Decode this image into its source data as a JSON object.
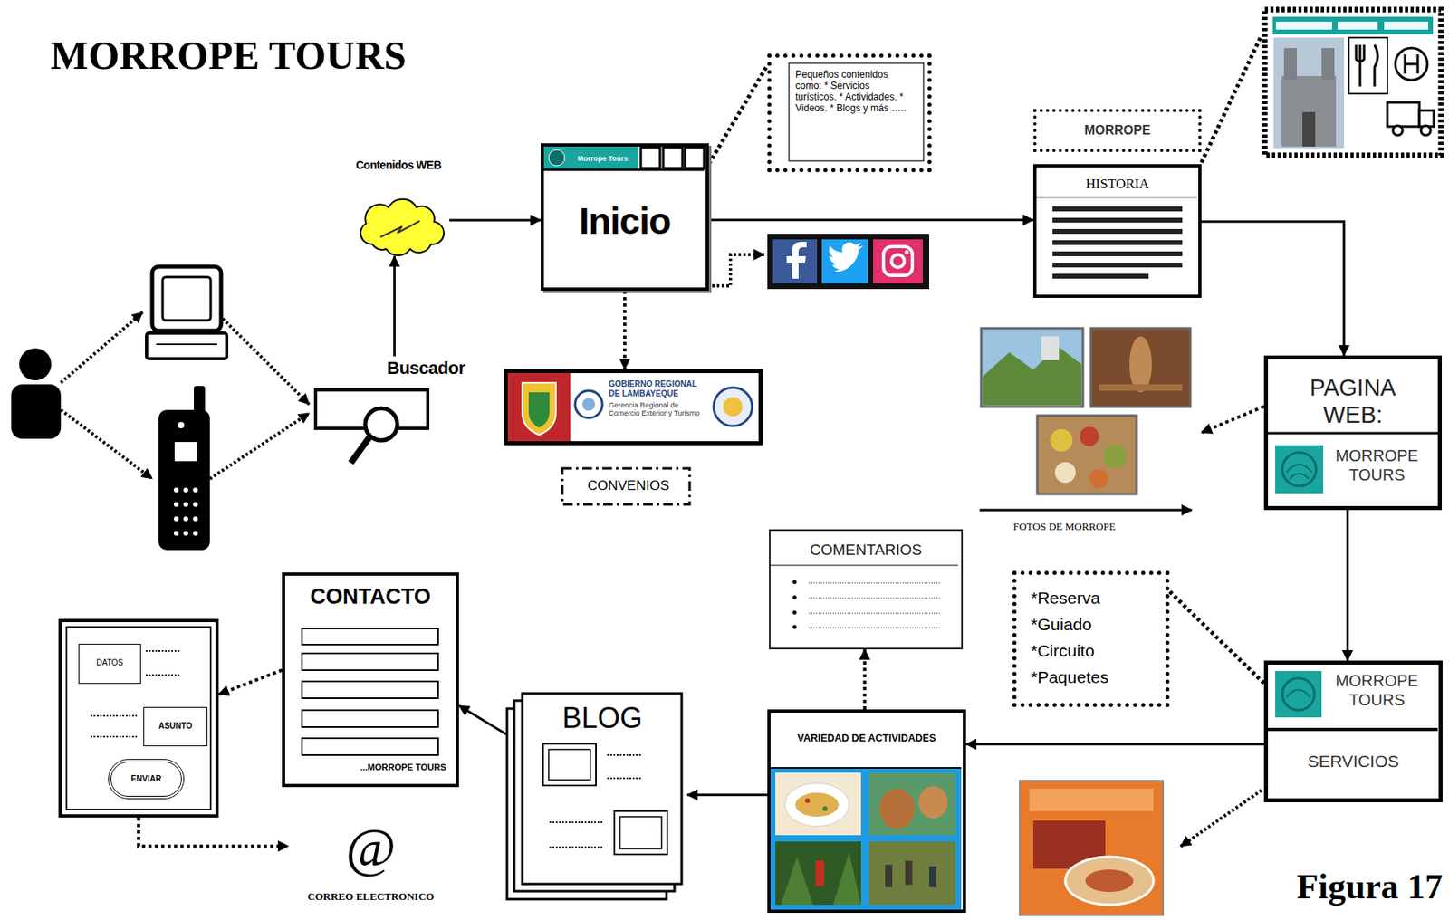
{
  "diagram": {
    "title": "MORROPE TOURS",
    "caption": "Figura 17",
    "nodes": [
      {
        "text": [
          "Contenidos WEB"
        ]
      },
      {
        "text": [
          "Buscador"
        ]
      },
      {
        "text": [
          "Morrope Tours",
          "Inicio"
        ]
      },
      {
        "text": [
          "Pequeños contenidos como: * Servicios turísticos. * Actividades. * Videos. * Blogs y más ….."
        ]
      },
      {
        "text": [
          "GOBIERNO REGIONAL DE LAMBAYEQUE",
          "Gerencia Regional de Comercio Exterior y Turismo"
        ]
      },
      {
        "text": [
          "CONVENIOS"
        ]
      },
      {
        "text": [
          "MORROPE"
        ]
      },
      {
        "text": [
          "HISTORIA"
        ]
      },
      {
        "text": [
          "PAGINA WEB:",
          "MORROPE TOURS"
        ]
      },
      {
        "text": [
          "FOTOS DE MORROPE"
        ]
      },
      {
        "text": [
          "MORROPE TOURS",
          "SERVICIOS"
        ]
      },
      {
        "text": [
          "*Reserva *Guiado *Circuito *Paquetes"
        ]
      },
      {
        "text": [
          "VARIEDAD DE ACTIVIDADES"
        ]
      },
      {
        "text": [
          "COMENTARIOS"
        ]
      },
      {
        "text": [
          "BLOG"
        ]
      },
      {
        "text": [
          "CONTACTO",
          "...MORROPE TOURS"
        ]
      },
      {
        "text": []
      },
      {
        "text": [
          "DATOS"
        ],
        "in": 16
      },
      {
        "text": [
          "ASUNTO"
        ],
        "in": 16
      },
      {
        "text": [
          "ENVIAR"
        ],
        "in": 16
      },
      {
        "text": [
          "@",
          "CORREO ELECTRONICO"
        ]
      }
    ],
    "edges": [
      {
        "from": 1,
        "to": 0,
        "arrow": "to"
      },
      {
        "from": 0,
        "to": 2,
        "arrow": "to"
      },
      {
        "from": 2,
        "to": 3,
        "arrow": "none"
      },
      {
        "from": 2,
        "to": 4,
        "arrow": "to"
      },
      {
        "from": 2,
        "to": 7,
        "arrow": "to"
      },
      {
        "from": 7,
        "to": 8,
        "arrow": "to"
      },
      {
        "from": 8,
        "to": 9,
        "arrow": "to"
      },
      {
        "from": 8,
        "to": 10,
        "arrow": "to"
      },
      {
        "from": 10,
        "to": 11,
        "arrow": "none"
      },
      {
        "from": 10,
        "to": 12,
        "arrow": "to"
      },
      {
        "from": 12,
        "to": 13,
        "arrow": "to"
      },
      {
        "from": 12,
        "to": 14,
        "arrow": "to"
      },
      {
        "from": 14,
        "to": 15,
        "arrow": "to"
      },
      {
        "from": 15,
        "to": 16,
        "arrow": "to"
      },
      {
        "from": 16,
        "to": 20,
        "arrow": "to"
      }
    ]
  }
}
